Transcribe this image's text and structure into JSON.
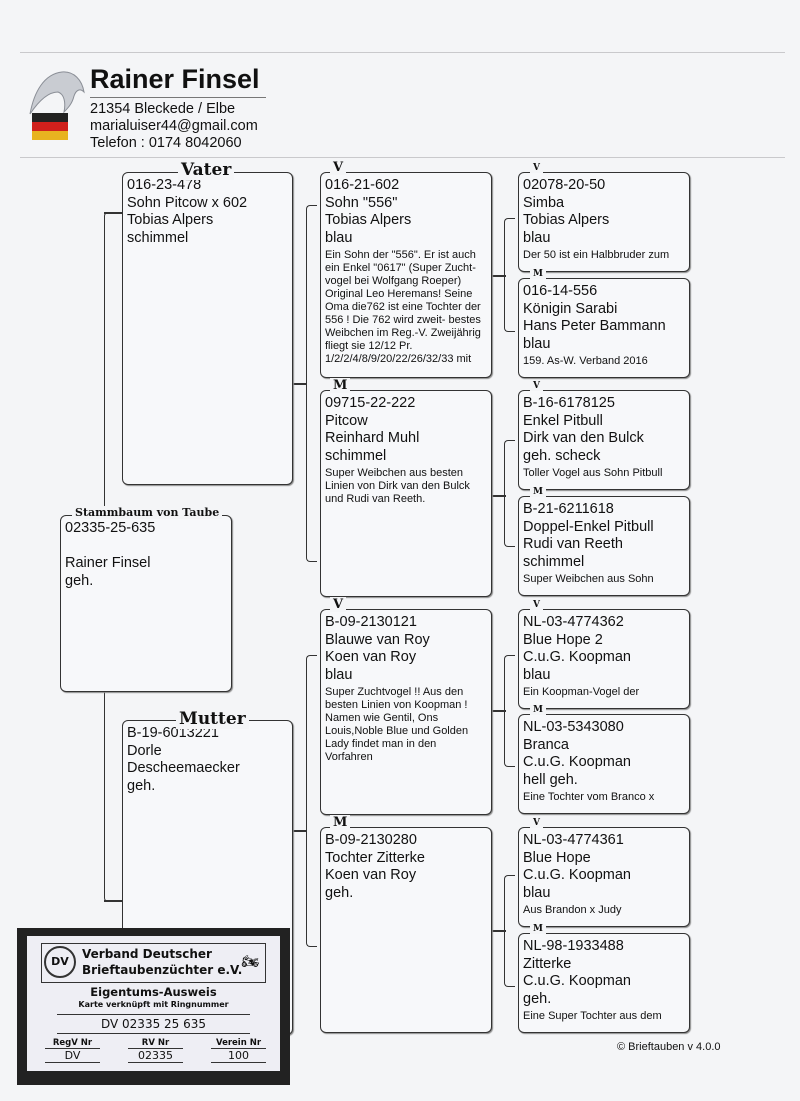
{
  "header": {
    "name": "Rainer Finsel",
    "address": "21354 Bleckede / Elbe",
    "email": "marialuiser44@gmail.com",
    "phone": "Telefon : 0174  8042060"
  },
  "labels": {
    "father": "Vater",
    "mother": "Mutter",
    "subject": "Stammbaum von Taube",
    "v": "V",
    "m": "M"
  },
  "subject": {
    "lines": [
      "02335-25-635",
      "",
      "Rainer Finsel",
      "geh."
    ]
  },
  "father": {
    "lines": [
      "016-23-478",
      "Sohn Pitcow x 602",
      "Tobias Alpers",
      "schimmel"
    ]
  },
  "mother": {
    "lines": [
      "B-19-6013221",
      "Dorle",
      "Descheemaecker",
      "geh."
    ]
  },
  "gen2": [
    {
      "lines": [
        "016-21-602",
        "Sohn \"556\"",
        "Tobias Alpers",
        "blau"
      ],
      "note": "Ein Sohn der \"556\". Er ist auch ein Enkel \"0617\" (Super Zucht- vogel bei Wolfgang Roeper) Original Leo Heremans! Seine Oma die762 ist eine Tochter der 556 ! Die 762 wird zweit- bestes Weibchen im Reg.-V. Zweijährig fliegt sie 12/12 Pr. 1/2/2/4/8/9/20/22/26/32/33 mit"
    },
    {
      "lines": [
        "09715-22-222",
        "Pitcow",
        "Reinhard Muhl",
        "schimmel"
      ],
      "note": "Super Weibchen aus besten Linien von Dirk van den Bulck und Rudi van Reeth."
    },
    {
      "lines": [
        "B-09-2130121",
        "Blauwe van Roy",
        "Koen van Roy",
        "blau"
      ],
      "note": "Super Zuchtvogel !! Aus den besten Linien von Koopman ! Namen wie Gentil, Ons Louis,Noble Blue und Golden Lady findet man in den Vorfahren"
    },
    {
      "lines": [
        "B-09-2130280",
        "Tochter Zitterke",
        "Koen van Roy",
        "geh."
      ],
      "note": ""
    }
  ],
  "gen3": [
    {
      "lines": [
        "02078-20-50",
        "Simba",
        "Tobias Alpers",
        "blau"
      ],
      "note": "Der 50 ist ein Halbbruder zum"
    },
    {
      "lines": [
        "016-14-556",
        "Königin Sarabi",
        "Hans Peter Bammann",
        "blau"
      ],
      "note": "159.  As-W.  Verband  2016"
    },
    {
      "lines": [
        "B-16-6178125",
        "Enkel Pitbull",
        "Dirk van den Bulck",
        "geh. scheck"
      ],
      "note": "Toller  Vogel aus Sohn Pitbull"
    },
    {
      "lines": [
        "B-21-6211618",
        "Doppel-Enkel Pitbull",
        "Rudi van Reeth",
        "schimmel"
      ],
      "note": "Super Weibchen aus Sohn"
    },
    {
      "lines": [
        "NL-03-4774362",
        "Blue Hope 2",
        "C.u.G. Koopman",
        "blau"
      ],
      "note": "Ein Koopman-Vogel der"
    },
    {
      "lines": [
        "NL-03-5343080",
        "Branca",
        "C.u.G. Koopman",
        "hell geh."
      ],
      "note": "Eine Tochter vom Branco x"
    },
    {
      "lines": [
        "NL-03-4774361",
        "Blue Hope",
        "C.u.G. Koopman",
        "blau"
      ],
      "note": "Aus Brandon x Judy"
    },
    {
      "lines": [
        "NL-98-1933488",
        "Zitterke",
        "C.u.G. Koopman",
        "geh."
      ],
      "note": "Eine Super Tochter aus dem"
    }
  ],
  "card": {
    "org1": "Verband Deutscher",
    "org2": "Brieftaubenzüchter e.V.",
    "title": "Eigentums-Ausweis",
    "subtitle": "Karte verknüpft mit Ringnummer",
    "ring": "DV 02335 25 635",
    "col_headers": [
      "RegV Nr",
      "RV Nr",
      "Verein Nr"
    ],
    "col_values": [
      "DV",
      "02335",
      "100"
    ]
  },
  "footer": "© Brieftauben v 4.0.0",
  "colors": {
    "flag_black": "#222222",
    "flag_red": "#d0201c",
    "flag_gold": "#e8b320"
  }
}
